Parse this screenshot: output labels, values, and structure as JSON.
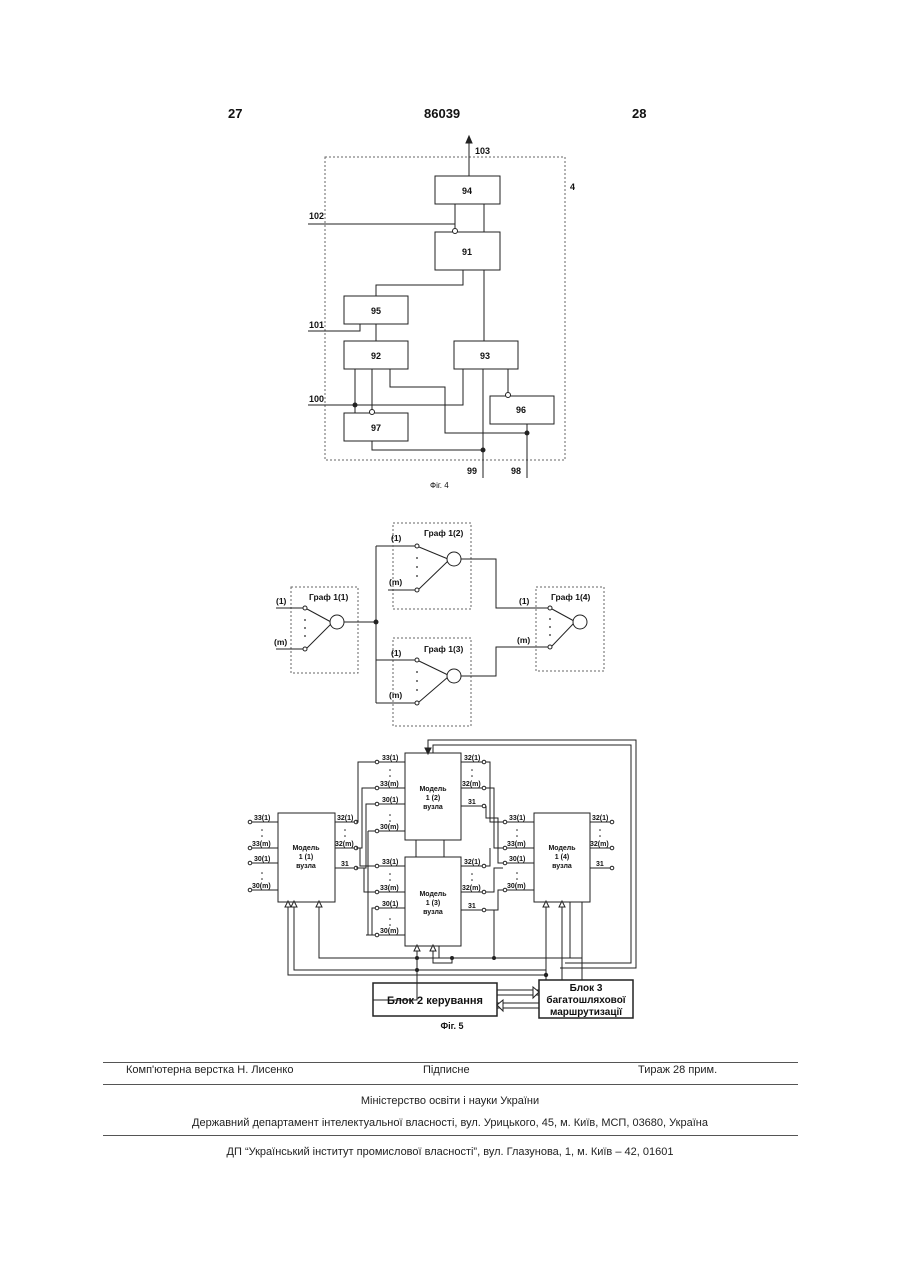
{
  "header": {
    "page_left": "27",
    "patent_number": "86039",
    "page_right": "28"
  },
  "fig4": {
    "caption": "Фіг. 4",
    "labels": {
      "block_ref": "4",
      "out_103": "103",
      "in_102": "102",
      "in_101": "101",
      "in_100": "100",
      "in_99": "99",
      "in_98": "98"
    },
    "blocks": {
      "b94": "94",
      "b91": "91",
      "b95": "95",
      "b92": "92",
      "b93": "93",
      "b96": "96",
      "b97": "97"
    }
  },
  "graph": {
    "g1": "Граф 1(1)",
    "g2": "Граф 1(2)",
    "g3": "Граф 1(3)",
    "g4": "Граф 1(4)",
    "in_first": "(1)",
    "in_last": "(m)"
  },
  "fig5": {
    "caption": "Фіг. 5",
    "model1": [
      "Модель",
      "1 (1)",
      "вузла"
    ],
    "model2": [
      "Модель",
      "1 (2)",
      "вузла"
    ],
    "model3": [
      "Модель",
      "1 (3)",
      "вузла"
    ],
    "model4": [
      "Модель",
      "1 (4)",
      "вузла"
    ],
    "ports": {
      "p33_1": "33(1)",
      "p33_m": "33(m)",
      "p30_1": "30(1)",
      "p30_m": "30(m)",
      "p32_1": "32(1)",
      "p32_m": "32(m)",
      "p31": "31"
    },
    "control_block": "Блок 2 керування",
    "routing_block": [
      "Блок 3",
      "багатошляхової",
      "маршрутизації"
    ]
  },
  "footer": {
    "layout_by": "Комп'ютерна верстка Н. Лисенко",
    "signed": "Підписне",
    "circulation": "Тираж 28 прим.",
    "ministry": "Міністерство освіти і науки України",
    "department": "Державний департамент інтелектуальної власності, вул. Урицького, 45, м. Київ, МСП, 03680, Україна",
    "institute": "ДП “Український інститут промислової власності”, вул. Глазунова, 1, м. Київ – 42, 01601"
  }
}
